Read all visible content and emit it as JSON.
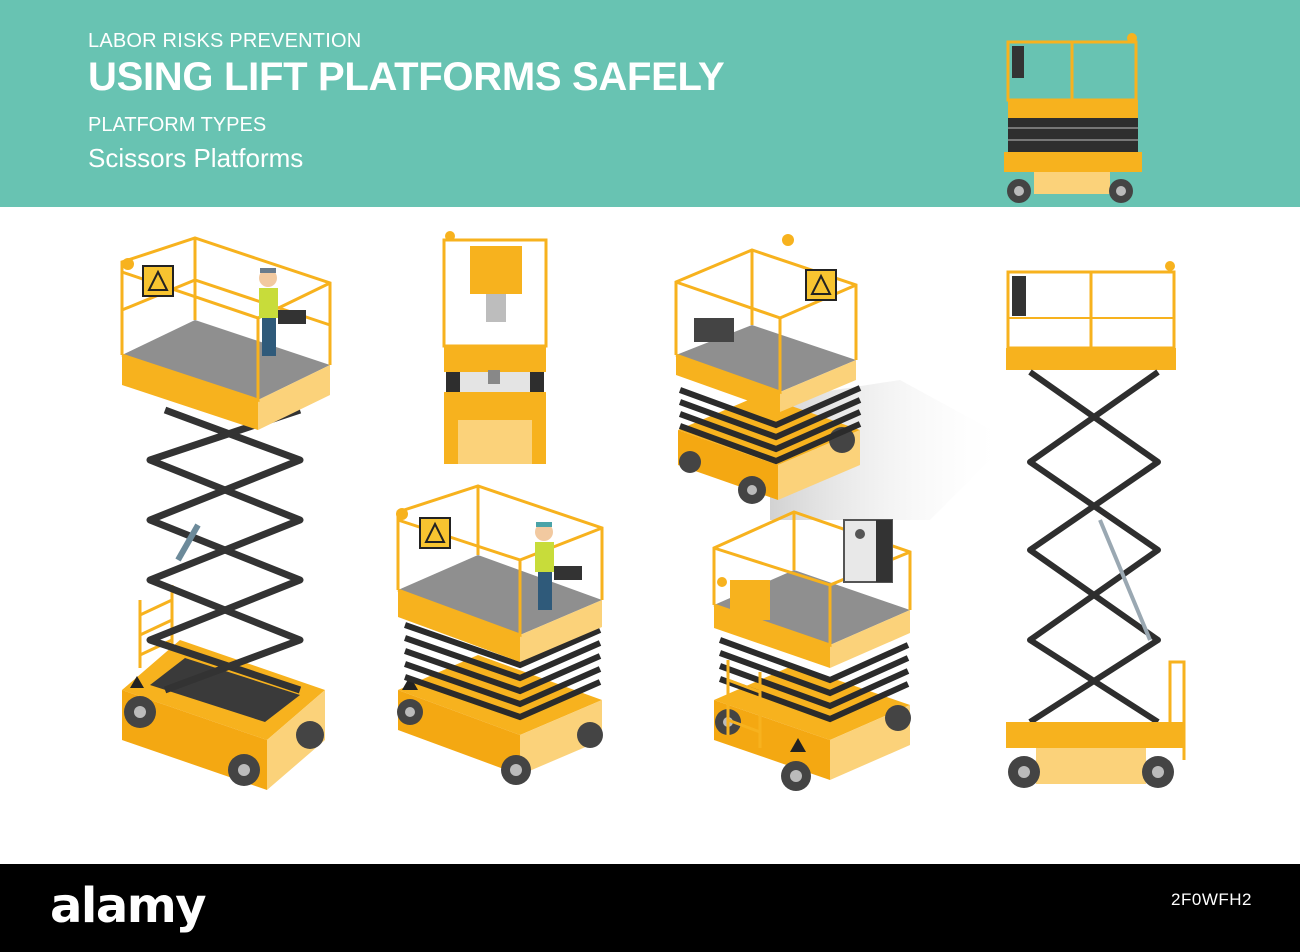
{
  "header": {
    "kicker": "LABOR RISKS PREVENTION",
    "title": "USING LIFT PLATFORMS SAFELY",
    "subtitle": "PLATFORM TYPES",
    "section": "Scissors Platforms"
  },
  "footer": {
    "brand": "alamy",
    "stock_id": "2F0WFH2"
  },
  "colors": {
    "header_bg": "#68c3b2",
    "platform_yellow": "#f7b21e",
    "platform_light": "#fbd27a",
    "deck_gray": "#8f8f8f",
    "scissor_dark": "#333333",
    "footer_bg": "#000000"
  },
  "illustrations": [
    "scissor-lift-extended-isometric-with-operator",
    "scissor-lift-top-view",
    "scissor-lift-stowed-isometric-with-operator",
    "scissor-lift-stowed-isometric-shadow",
    "scissor-lift-stowed-isometric-control-box",
    "scissor-lift-extended-side-view",
    "scissor-lift-stowed-side-view"
  ]
}
